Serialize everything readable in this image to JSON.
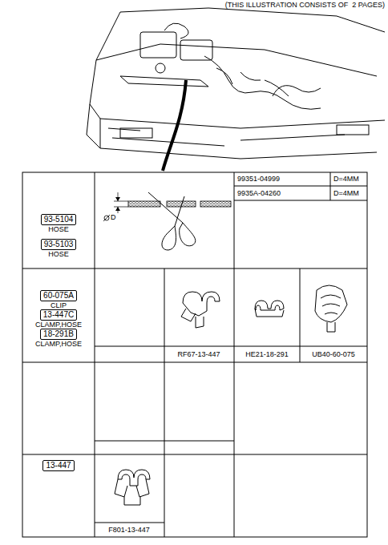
{
  "diagram": {
    "nodes": [
      {
        "text": [
          "93-5104",
          "HOSE"
        ]
      },
      {
        "text": [
          "93-5103",
          "HOSE"
        ]
      },
      {
        "text": [
          "60-075A",
          "CLIP"
        ]
      },
      {
        "text": [
          "13-447C",
          "CLAMP,HOSE"
        ]
      },
      {
        "text": [
          "18-291B",
          "CLAMP,HOSE"
        ]
      },
      {
        "text": [
          "13-447"
        ]
      }
    ],
    "labels": [
      "(THIS ILLUSTRATION CONSISTS OF  2 PAGES)",
      "99351-04999",
      "D=4MM",
      "9935A-04260",
      "D=4MM",
      "D",
      "RF67-13-447",
      "HE21-18-291",
      "UB40-60-075",
      "F801-13-447"
    ]
  }
}
